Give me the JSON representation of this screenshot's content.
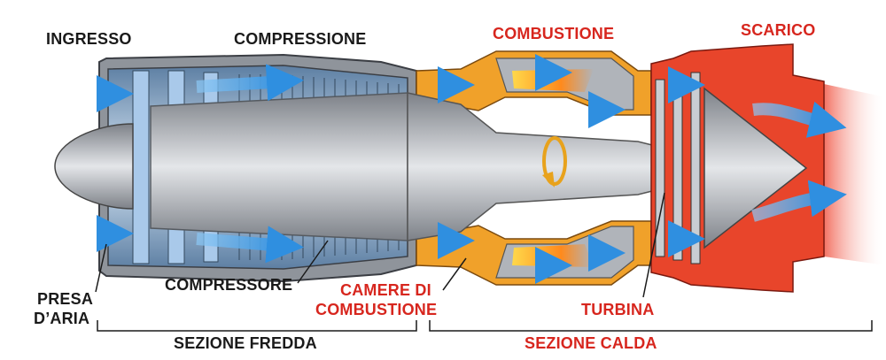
{
  "diagram": {
    "section_labels": {
      "ingresso": "INGRESSO",
      "compressione": "COMPRESSIONE",
      "combustione": "COMBUSTIONE",
      "scarico": "SCARICO"
    },
    "part_labels": {
      "presa_aria_line1": "PRESA",
      "presa_aria_line2": "D’ARIA",
      "compressore": "COMPRESSORE",
      "camere_line1": "CAMERE DI",
      "camere_line2": "COMBUSTIONE",
      "turbina": "TURBINA"
    },
    "zone_labels": {
      "sezione_fredda": "SEZIONE FREDDA",
      "sezione_calda": "SEZIONE CALDA"
    },
    "colors": {
      "black_label": "#1a1a1a",
      "red_label": "#d7261e",
      "airflow": "#2f8fe0",
      "compressor": "#9fc4e8",
      "hot_section": "#e8452b",
      "combustor_casing": "#f0a12a",
      "flame": "#ff8c1a",
      "steel": "#b8bcc2"
    }
  }
}
